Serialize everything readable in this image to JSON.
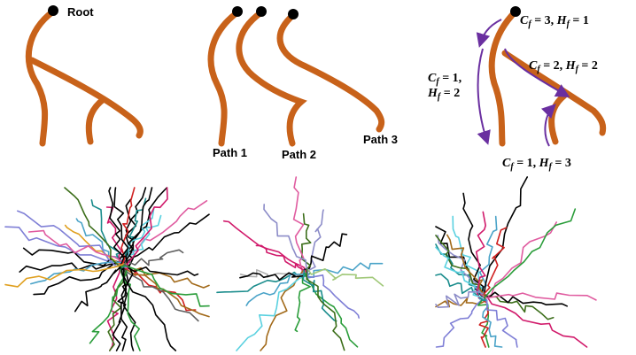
{
  "labels": {
    "root": "Root",
    "path1": "Path 1",
    "path2": "Path 2",
    "path3": "Path 3"
  },
  "annotations": {
    "a1": {
      "c": "3",
      "h": "1"
    },
    "a2": {
      "c": "2",
      "h": "2"
    },
    "a3": {
      "c": "1",
      "h": "2"
    },
    "a4": {
      "c": "1",
      "h": "3"
    }
  },
  "colors": {
    "branch": "#c8621a",
    "arrow": "#6a2fa0",
    "node": "#000000",
    "traces": [
      "#000000",
      "#d11a6b",
      "#2a9d3a",
      "#4aa3c8",
      "#a26a1a",
      "#7f7fd6",
      "#1a8c8c",
      "#e05ca0",
      "#5ad1e0",
      "#3c6e1a",
      "#8c8cc8",
      "#b0b0b0",
      "#a0c878",
      "#d02020",
      "#e0a020",
      "#606060"
    ]
  }
}
